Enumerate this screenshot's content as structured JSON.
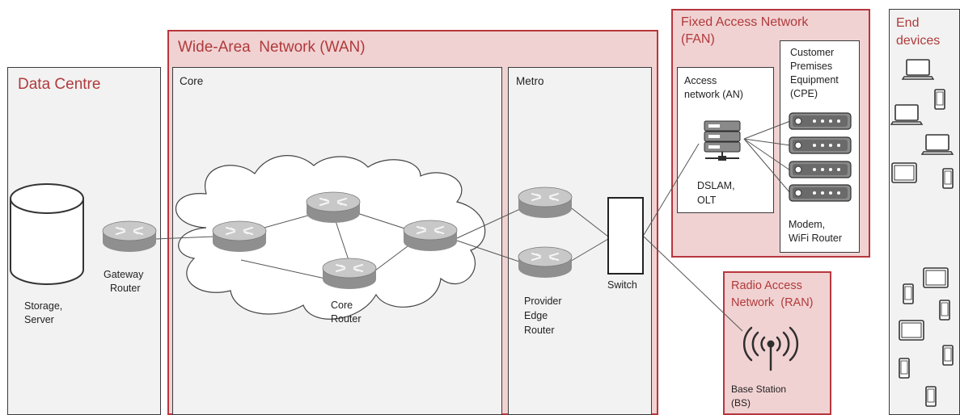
{
  "regions": {
    "data_centre": "Data Centre",
    "wan": "Wide-Area  Network (WAN)",
    "core": "Core",
    "metro": "Metro",
    "fan_line1": "Fixed Access Network",
    "fan_line2": "(FAN)",
    "access_line1": "Access",
    "access_line2": "network (AN)",
    "cpe_line1": "Customer",
    "cpe_line2": "Premises",
    "cpe_line3": "Equipment",
    "cpe_line4": "(CPE)",
    "ran_line1": "Radio Access",
    "ran_line2": "Network  (RAN)",
    "end_line1": "End",
    "end_line2": "devices"
  },
  "labels": {
    "storage_line1": "Storage,",
    "storage_line2": "Server",
    "gateway_line1": "Gateway",
    "gateway_line2": "Router",
    "core_router_line1": "Core",
    "core_router_line2": "Router",
    "provider_line1": "Provider",
    "provider_line2": "Edge",
    "provider_line3": "Router",
    "switch": "Switch",
    "dslam_line1": "DSLAM,",
    "dslam_line2": "OLT",
    "modem_line1": "Modem,",
    "modem_line2": "WiFi Router",
    "bs_line1": "Base Station",
    "bs_line2": "(BS)"
  },
  "colors": {
    "region_fill": "#f1d2d3",
    "region_border": "#b7373d",
    "title_red": "#b03a3a",
    "router_top": "#c8c8c8",
    "router_side": "#8f8f8f",
    "line": "#555555"
  },
  "icons": [
    "storage-cylinder-icon",
    "router-icon",
    "switch-icon",
    "server-stack-icon",
    "modem-icon",
    "antenna-icon",
    "laptop-icon",
    "tablet-icon",
    "phone-icon"
  ]
}
